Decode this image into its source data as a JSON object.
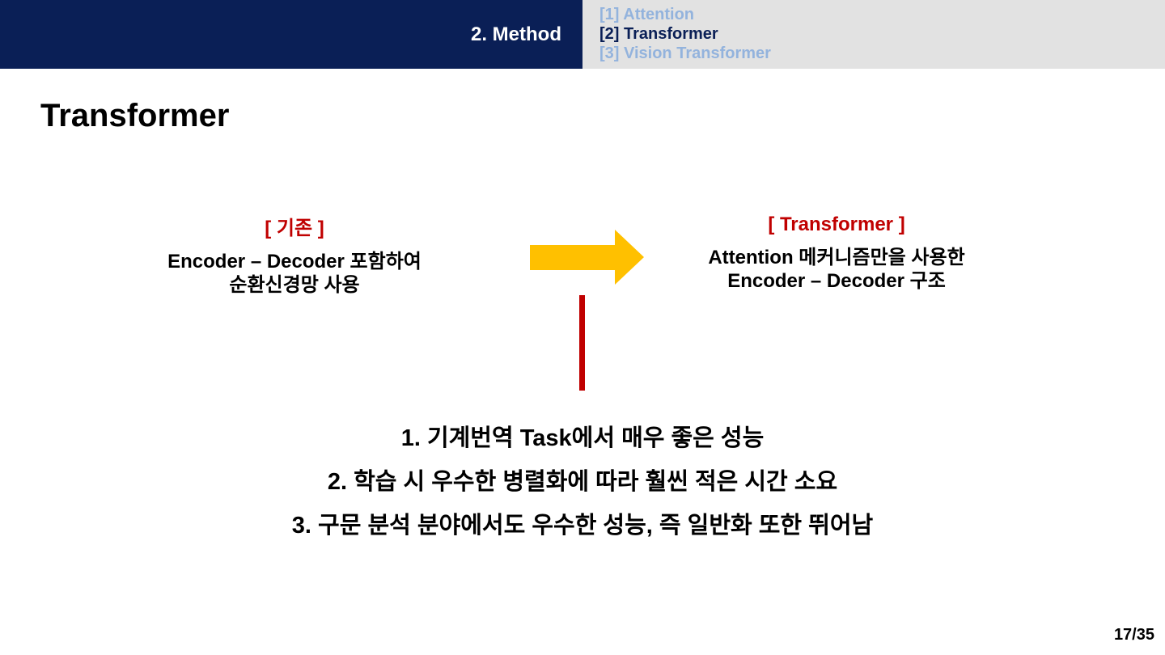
{
  "header": {
    "section_title": "2. Method",
    "nav": [
      {
        "label": "[1] Attention",
        "active": false
      },
      {
        "label": "[2] Transformer",
        "active": true
      },
      {
        "label": "[3] Vision Transformer",
        "active": false
      }
    ]
  },
  "page_title": "Transformer",
  "comparison": {
    "before": {
      "label": "[ 기존 ]",
      "line1": "Encoder – Decoder 포함하여",
      "line2": "순환신경망 사용"
    },
    "after": {
      "label": "[ Transformer ]",
      "line1": "Attention 메커니즘만을 사용한",
      "line2": "Encoder – Decoder 구조"
    },
    "arrow_color": "#ffc000",
    "divider_color": "#c00000"
  },
  "points": [
    "1. 기계번역 Task에서 매우 좋은 성능",
    "2. 학습 시 우수한 병렬화에 따라 훨씬 적은 시간 소요",
    "3. 구문 분석 분야에서도 우수한 성능, 즉 일반화 또한 뛰어남"
  ],
  "page_number": "17/35",
  "colors": {
    "header_dark": "#0a1f56",
    "header_light": "#e2e2e2",
    "nav_inactive": "#93b3dd",
    "accent_red": "#c00000"
  }
}
